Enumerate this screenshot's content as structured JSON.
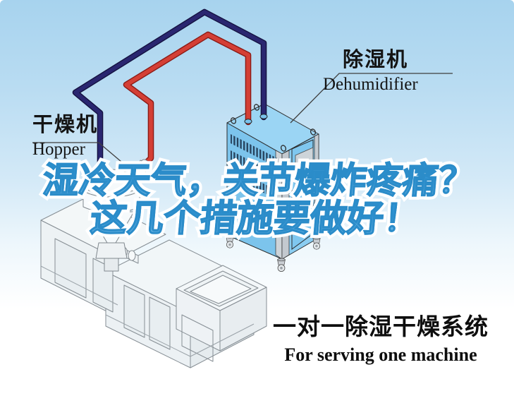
{
  "labels": {
    "dehumidifier": {
      "zh": "除湿机",
      "en": "Dehumidifier"
    },
    "hopper": {
      "zh": "干燥机",
      "en": "Hopper"
    }
  },
  "headline": {
    "line1": "湿冷天气，关节爆炸疼痛？",
    "line2": "这几个措施要做好！"
  },
  "caption": {
    "zh": "一对一除湿干燥系统",
    "en": "For serving one machine"
  },
  "colors": {
    "sky_top": "#a7d3ee",
    "headline_fill": "#2f93d4",
    "headline_outline": "#ffffff",
    "pipe_red": "#d43f35",
    "pipe_blue": "#2a2670",
    "machine_body_blue": "#7cc4ec",
    "machine_top_blue": "#9bd5f4",
    "label_text": "#141414"
  }
}
